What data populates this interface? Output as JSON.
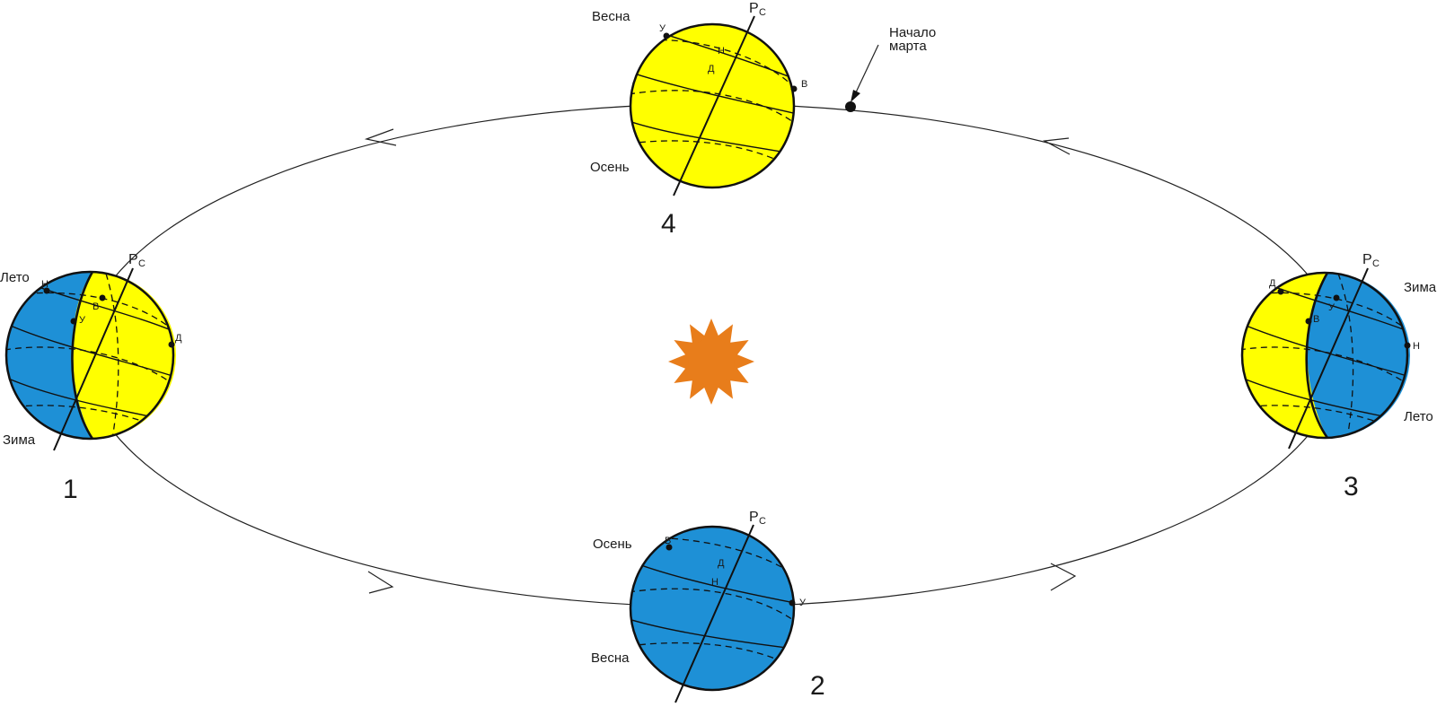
{
  "colors": {
    "day": "#ffff00",
    "night": "#1e90d6",
    "sun": "#e87d1b",
    "orbit": "#222222"
  },
  "icons": {
    "sun": "sun-icon"
  },
  "march_label": {
    "line1": "Начало",
    "line2": "марта"
  },
  "positions": {
    "p1": {
      "number": "1",
      "pole": "P",
      "pole_sub": "C",
      "season_top": "Лето",
      "season_bottom": "Зима",
      "points": {
        "n": "Н",
        "u": "У",
        "v": "В",
        "d": "Д"
      }
    },
    "p2": {
      "number": "2",
      "pole": "P",
      "pole_sub": "C",
      "season_top": "Осень",
      "season_bottom": "Весна",
      "points": {
        "v": "В",
        "d": "Д",
        "n": "Н",
        "u": "У"
      }
    },
    "p3": {
      "number": "3",
      "pole": "P",
      "pole_sub": "C",
      "season_top": "Зима",
      "season_bottom": "Лето",
      "points": {
        "d": "Д",
        "v": "В",
        "u": "У",
        "n": "Н"
      }
    },
    "p4": {
      "number": "4",
      "pole": "P",
      "pole_sub": "C",
      "season_top": "Весна",
      "season_bottom": "Осень",
      "points": {
        "u": "У",
        "n": "Н",
        "d": "Д",
        "v": "В"
      }
    }
  }
}
